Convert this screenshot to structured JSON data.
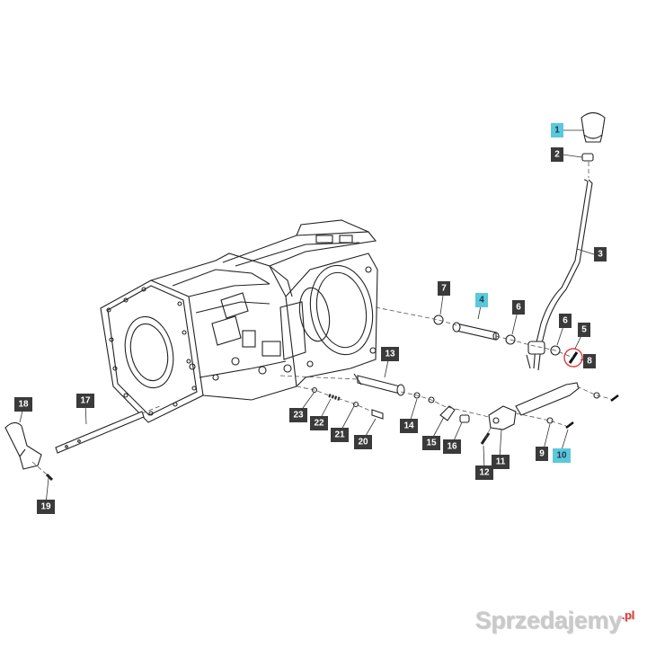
{
  "callouts": [
    {
      "id": "1",
      "label": "1",
      "highlight": true
    },
    {
      "id": "2",
      "label": "2",
      "highlight": false
    },
    {
      "id": "3",
      "label": "3",
      "highlight": false
    },
    {
      "id": "4",
      "label": "4",
      "highlight": true
    },
    {
      "id": "5",
      "label": "5",
      "highlight": false
    },
    {
      "id": "6a",
      "label": "6",
      "highlight": false
    },
    {
      "id": "6b",
      "label": "6",
      "highlight": false
    },
    {
      "id": "7",
      "label": "7",
      "highlight": false
    },
    {
      "id": "8",
      "label": "8",
      "highlight": false
    },
    {
      "id": "9",
      "label": "9",
      "highlight": false
    },
    {
      "id": "10",
      "label": "10",
      "highlight": true
    },
    {
      "id": "11",
      "label": "11",
      "highlight": false
    },
    {
      "id": "12",
      "label": "12",
      "highlight": false
    },
    {
      "id": "13",
      "label": "13",
      "highlight": false
    },
    {
      "id": "14",
      "label": "14",
      "highlight": false
    },
    {
      "id": "15",
      "label": "15",
      "highlight": false
    },
    {
      "id": "16",
      "label": "16",
      "highlight": false
    },
    {
      "id": "17",
      "label": "17",
      "highlight": false
    },
    {
      "id": "18",
      "label": "18",
      "highlight": false
    },
    {
      "id": "19",
      "label": "19",
      "highlight": false
    },
    {
      "id": "20",
      "label": "20",
      "highlight": false
    },
    {
      "id": "21",
      "label": "21",
      "highlight": false
    },
    {
      "id": "22",
      "label": "22",
      "highlight": false
    },
    {
      "id": "23",
      "label": "23",
      "highlight": false
    }
  ],
  "colors": {
    "callout_dark": "#3a3a3a",
    "callout_highlight": "#5bc8dc",
    "callout_text_dark": "#ffffff",
    "callout_text_highlight": "#1a3a4a",
    "marker_circle": "#e03a3a",
    "watermark_accent": "#e03a3a"
  },
  "watermark": {
    "text": "Sprzedajemy",
    "suffix": ".pl"
  }
}
